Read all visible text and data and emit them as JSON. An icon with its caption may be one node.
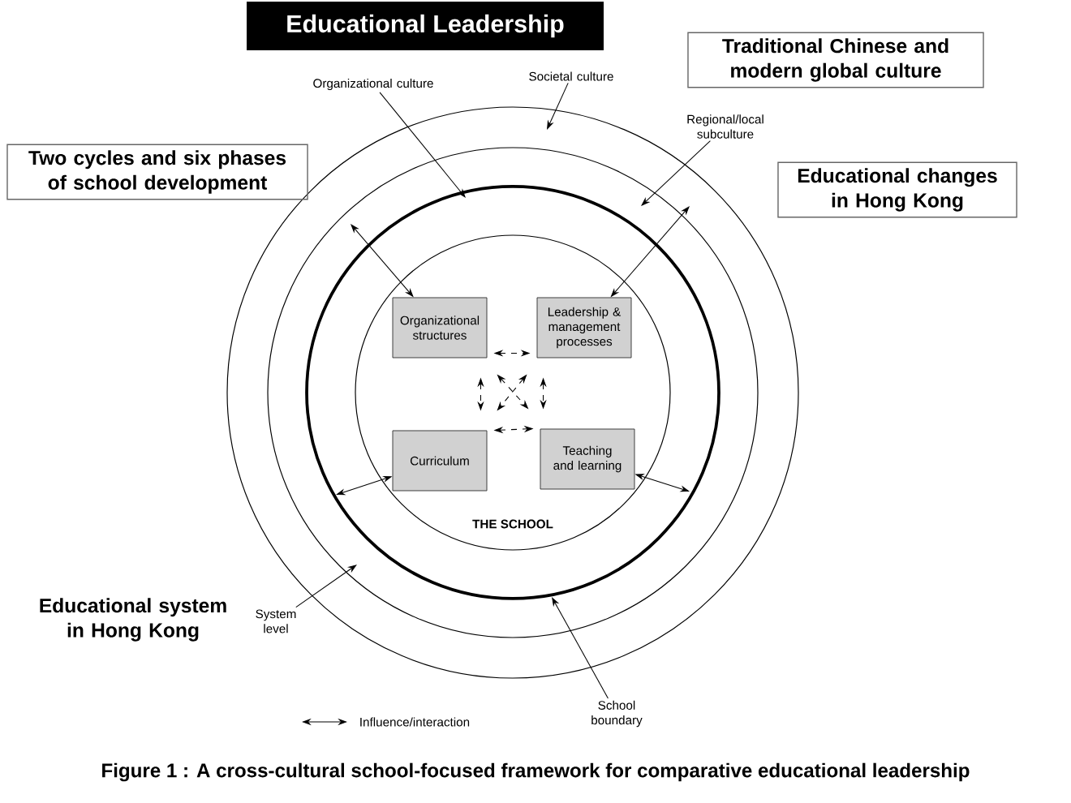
{
  "diagram": {
    "title": "Educational Leadership",
    "caption": "Figure 1 : A cross-cultural school-focused framework for comparative educational leadership",
    "nodes": [
      {
        "text": [
          "Two cycles and six phases of school development"
        ]
      },
      {
        "text": [
          "Traditional Chinese and modern global culture"
        ]
      },
      {
        "text": [
          "Educational changes in Hong Kong"
        ]
      },
      {
        "text": [
          "Societal culture"
        ]
      },
      {
        "text": [
          "Organizational culture"
        ]
      },
      {
        "text": [
          "Regional/local subculture"
        ]
      },
      {
        "text": [
          "System level"
        ]
      },
      {
        "text": [
          "School boundary"
        ]
      },
      {
        "text": [
          "THE SCHOOL"
        ]
      },
      {
        "text": [
          "Organizational structures"
        ],
        "in": 8
      },
      {
        "text": [
          "Leadership & management processes"
        ],
        "in": 8
      },
      {
        "text": [
          "Curriculum"
        ],
        "in": 8
      },
      {
        "text": [
          "Teaching and learning"
        ],
        "in": 8
      }
    ],
    "edges": [
      {
        "from": 3,
        "to": null,
        "arrow": "to"
      },
      {
        "from": 4,
        "to": null,
        "arrow": "to"
      },
      {
        "from": 5,
        "to": null,
        "arrow": "to"
      },
      {
        "from": 6,
        "to": null,
        "arrow": "to"
      },
      {
        "from": 7,
        "to": null,
        "arrow": "to"
      },
      {
        "from": 9,
        "to": null,
        "arrow": "both"
      },
      {
        "from": 10,
        "to": null,
        "arrow": "both"
      },
      {
        "from": 11,
        "to": null,
        "arrow": "both"
      },
      {
        "from": 12,
        "to": null,
        "arrow": "both"
      },
      {
        "from": 9,
        "to": 10,
        "arrow": "both",
        "style": "dashed"
      },
      {
        "from": 9,
        "to": 11,
        "arrow": "both",
        "style": "dashed"
      },
      {
        "from": 10,
        "to": 12,
        "arrow": "both",
        "style": "dashed"
      },
      {
        "from": 11,
        "to": 12,
        "arrow": "both",
        "style": "dashed"
      },
      {
        "from": 9,
        "to": 12,
        "arrow": "both",
        "style": "dashed"
      },
      {
        "from": 10,
        "to": 11,
        "arrow": "both",
        "style": "dashed"
      }
    ],
    "labels": [
      "Educational system in Hong Kong"
    ],
    "legend": [
      {
        "text": "Influence/interaction"
      }
    ]
  }
}
